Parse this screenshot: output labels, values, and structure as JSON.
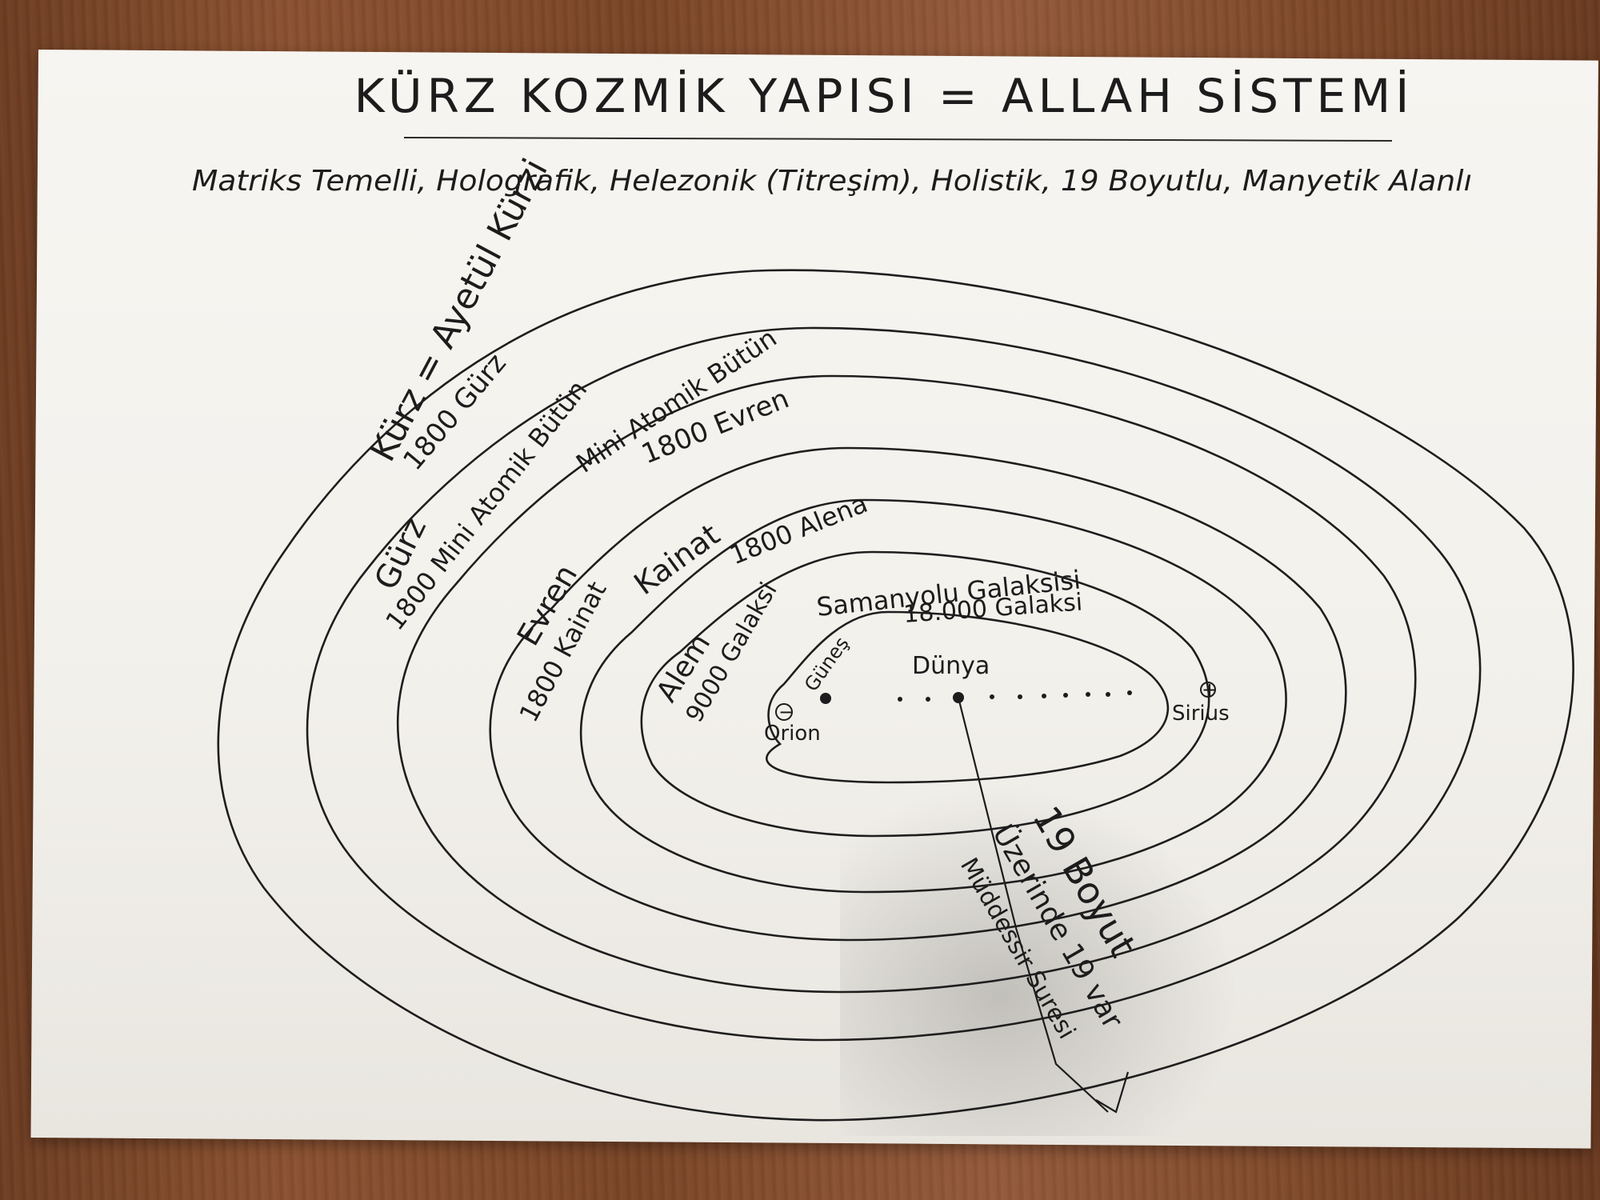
{
  "title": "KÜRZ KOZMİK YAPISI = ALLAH SİSTEMİ",
  "subtitle": "Matriks Temelli, Holografik, Helezonik (Titreşim), Holistik, 19 Boyutlu, Manyetik Alanlı",
  "rings": {
    "r1_name": "Kürz = Ayetül Kürzi",
    "r1_sub": "1800 Gürz",
    "r2_name": "Gürz",
    "r2_sub": "1800 Mini Atomik Bütün",
    "r3_name": "Mini Atomik Bütün",
    "r3_sub": "1800 Evren",
    "r4_name": "Evren",
    "r4_sub": "1800 Kainat",
    "r5_name": "Kainat",
    "r5_sub": "1800 Alena",
    "r6_name": "Alem",
    "r6_sub": "9000 Galaksi",
    "r7_name": "Samanyolu Galaksisi",
    "r7_sub": "18.000 Galaksi"
  },
  "inner": {
    "gunes": "Güneş",
    "dunya": "Dünya",
    "orion": "Orion",
    "sirius": "Sirius",
    "minus": "−",
    "plus": "+"
  },
  "annotation": {
    "line1": "19 Boyut",
    "line2": "Üzerinde 19 var",
    "line3": "Müddessir Suresi"
  },
  "colors": {
    "ink": "#1c1c1c",
    "paper": "#f5f3ee"
  }
}
